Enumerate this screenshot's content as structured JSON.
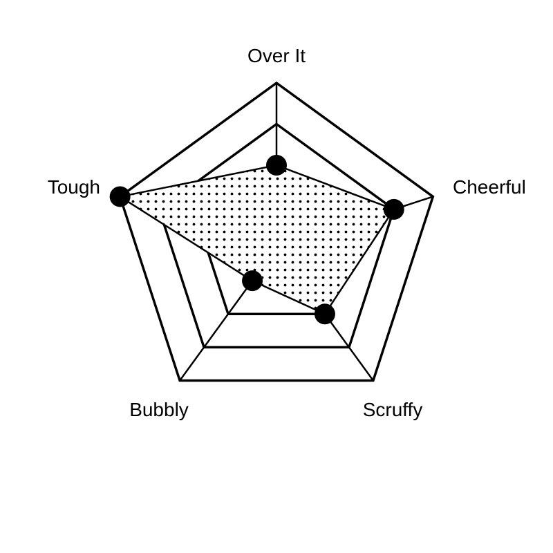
{
  "chart_data": {
    "type": "radar",
    "axes": [
      "Over It",
      "Cheerful",
      "Scruffy",
      "Bubbly",
      "Tough"
    ],
    "values": [
      0.5,
      0.75,
      0.5,
      0.25,
      1.0
    ],
    "range": [
      0,
      1
    ],
    "grid_levels": 4,
    "grid": true,
    "legend": "none",
    "fill_pattern": "dots",
    "colors": {
      "stroke": "#000000",
      "fill": "#ffffff",
      "marker": "#000000"
    }
  }
}
